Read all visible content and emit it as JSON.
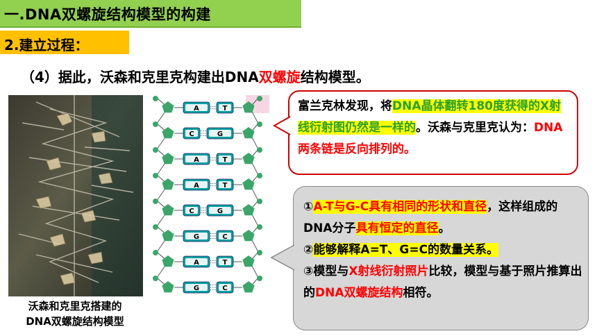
{
  "section_title": "一.DNA双螺旋结构模型的构建",
  "subsection_title": "2.建立过程：",
  "heading": {
    "prefix": "（4）据此，沃森和克里克构建出DNA",
    "red": "双螺旋",
    "suffix": "结构模型。"
  },
  "photo_caption": {
    "line1": "沃森和克里克搭建的",
    "line2": "DNA双螺旋结构模型"
  },
  "ladder_pairs": [
    {
      "left": "A",
      "right": "T"
    },
    {
      "left": "C",
      "right": "G"
    },
    {
      "left": "A",
      "right": "T"
    },
    {
      "left": "A",
      "right": "T"
    },
    {
      "left": "C",
      "right": "G"
    },
    {
      "left": "G",
      "right": "C"
    },
    {
      "left": "A",
      "right": "T"
    },
    {
      "left": "G",
      "right": "C"
    }
  ],
  "box1": {
    "t1": "富兰克林发现，将",
    "t2": "DNA晶体翻转180度获得的X射线衍射图仍然是一样的",
    "t3": "。沃森与克里克认为：",
    "t4": "DNA两条链是反向排列的。"
  },
  "box2": {
    "p1_num": "①",
    "p1_red": "A-T与G-C具有相同的形状和直径",
    "p1_mid": "，这样组成的DNA分子",
    "p1_red2": "具有恒定的直径",
    "p1_end": "。",
    "p2_num": "②",
    "p2_y": "能够解释A=T、G=C的数量关系。",
    "p3_num": "③模型与",
    "p3_red": "X射线衍射照片",
    "p3_mid": "比较，模型与基于照片推算出的",
    "p3_red2": "DNA双螺旋结构",
    "p3_end": "相符。"
  },
  "colors": {
    "title_bar": "#92d050",
    "sub_bar": "#ffc000",
    "red": "#ff0000",
    "highlight": "#ffff00",
    "base_pair_box": "#00a0a0",
    "phosphate": "#3aa66a"
  }
}
